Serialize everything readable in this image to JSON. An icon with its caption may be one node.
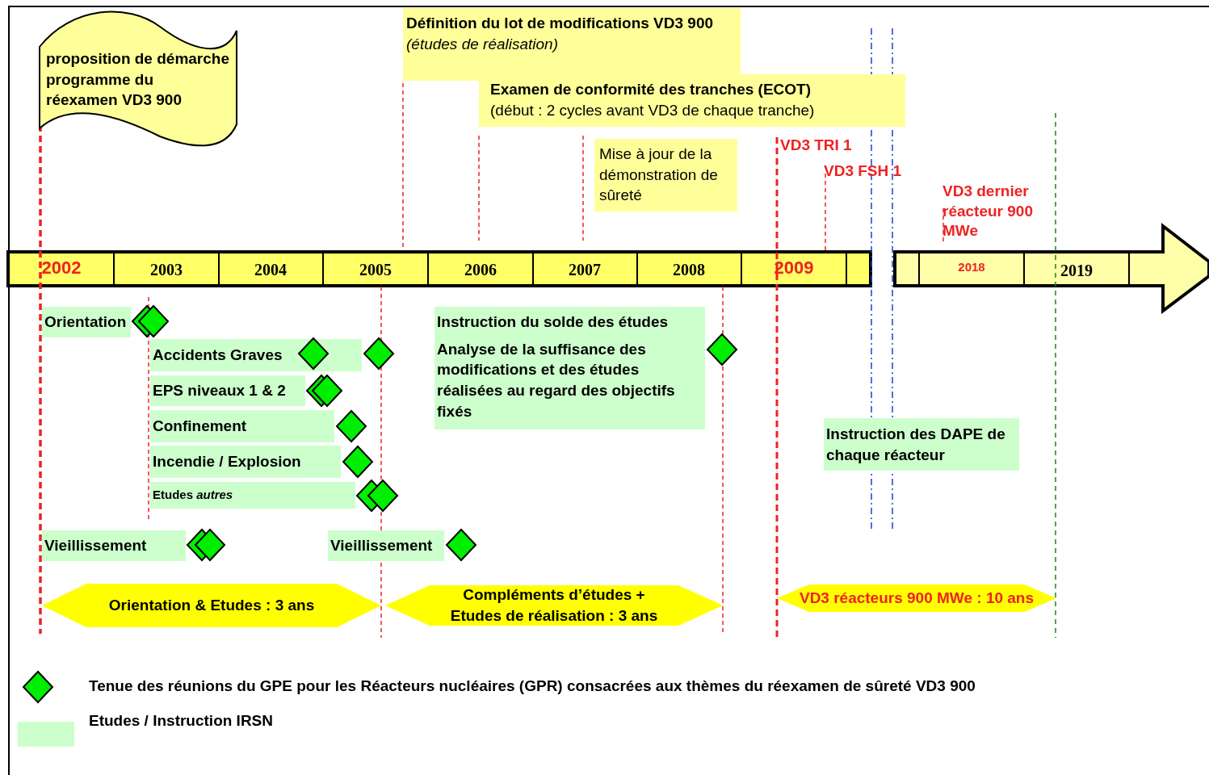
{
  "diagram": {
    "nodes": [
      {
        "text": [
          "proposition de démarche programme du réexamen VD3 900"
        ]
      },
      {
        "text": [
          "Définition du lot de modifications VD3 900",
          "(études de réalisation)"
        ]
      },
      {
        "text": [
          "Examen de conformité des tranches (ECOT)",
          "(début : 2 cycles avant VD3 de chaque tranche)"
        ]
      },
      {
        "text": [
          "Mise à jour  de la démonstration de sûreté"
        ]
      },
      {
        "text": [
          "Orientation"
        ]
      },
      {
        "text": [
          "Accidents Graves"
        ]
      },
      {
        "text": [
          "EPS niveaux 1 & 2"
        ]
      },
      {
        "text": [
          "Confinement"
        ]
      },
      {
        "text": [
          "Incendie / Explosion"
        ]
      },
      {
        "text": [
          "Etudes *autres*"
        ]
      },
      {
        "text": [
          "Vieillissement"
        ]
      },
      {
        "text": [
          "Vieillissement"
        ]
      },
      {
        "text": [
          "Instruction du solde des études",
          "Analyse de la suffisance des modifications et des études réalisées au regard des objectifs fixés"
        ]
      },
      {
        "text": [
          "Instruction des DAPE de chaque réacteur"
        ]
      },
      {
        "text": [
          "Orientation & Etudes : 3 ans"
        ]
      },
      {
        "text": [
          "Compléments d’études + Etudes de réalisation : 3 ans"
        ]
      },
      {
        "text": [
          "VD3 réacteurs 900 MWe : 10 ans"
        ]
      }
    ],
    "labels": [
      "2002",
      "2003",
      "2004",
      "2005",
      "2006",
      "2007",
      "2008",
      "2009",
      "2018",
      "2019",
      "VD3 TRI 1",
      "VD3 FSH 1",
      "VD3 dernier réacteur 900 MWe"
    ],
    "legend": [
      {
        "text": "Tenue des réunions du GPE pour les Réacteurs nucléaires (GPR) consacrées aux thèmes du réexamen de sûreté VD3 900"
      },
      {
        "text": "Etudes / Instruction IRSN",
        "color": "#ccffcc"
      }
    ]
  }
}
